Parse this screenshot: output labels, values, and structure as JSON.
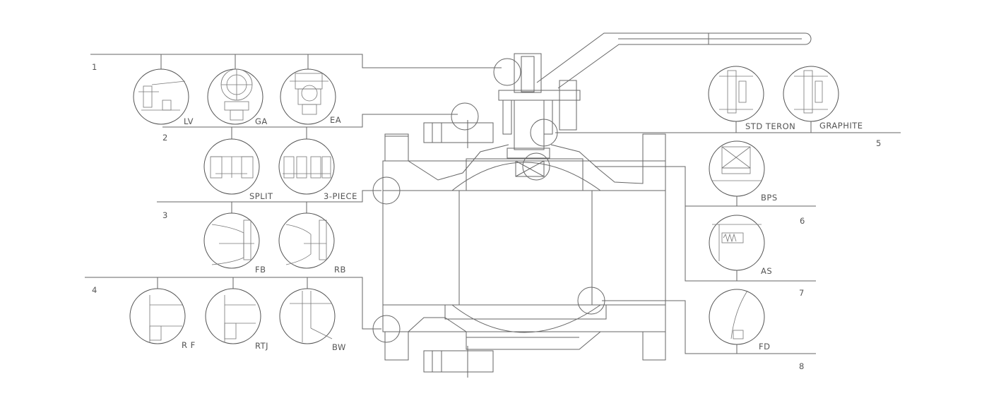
{
  "sections": [
    "1",
    "2",
    "3",
    "4",
    "5",
    "6",
    "7",
    "8"
  ],
  "labels": {
    "lv": "LV",
    "ga": "GA",
    "ea": "EA",
    "split": "SPLIT",
    "three_piece": "3-PIECE",
    "fb": "FB",
    "rb": "RB",
    "rf": "R F",
    "rtj": "RTJ",
    "bw": "BW",
    "std_teron": "STD TERON",
    "graphite": "GRAPHITE",
    "bps": "BPS",
    "as": "AS",
    "fd": "FD"
  }
}
